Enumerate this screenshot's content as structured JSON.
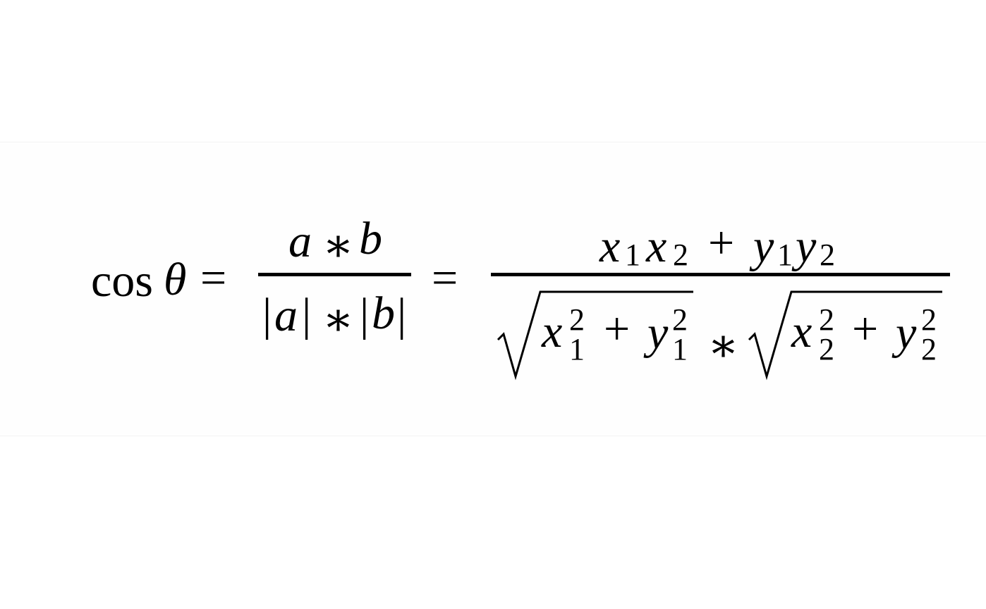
{
  "formula": {
    "lhs": {
      "func": "cos",
      "var": "θ"
    },
    "eq1": "=",
    "frac1": {
      "num": {
        "a": "a",
        "op": "∗",
        "b": "b"
      },
      "den": {
        "bar_l1": "|",
        "a": "a",
        "bar_r1": "|",
        "op": "∗",
        "bar_l2": "|",
        "b": "b",
        "bar_r2": "|"
      }
    },
    "eq2": "=",
    "frac2": {
      "num": {
        "x1": "x",
        "x1_sub": "1",
        "x2": "x",
        "x2_sub": "2",
        "plus": "+",
        "y1": "y",
        "y1_sub": "1",
        "y2": "y",
        "y2_sub": "2"
      },
      "den": {
        "rad1": {
          "x": "x",
          "x_sup": "2",
          "x_sub": "1",
          "plus": "+",
          "y": "y",
          "y_sup": "2",
          "y_sub": "1"
        },
        "op": "∗",
        "rad2": {
          "x": "x",
          "x_sup": "2",
          "x_sub": "2",
          "plus": "+",
          "y": "y",
          "y_sup": "2",
          "y_sub": "2"
        }
      }
    }
  }
}
